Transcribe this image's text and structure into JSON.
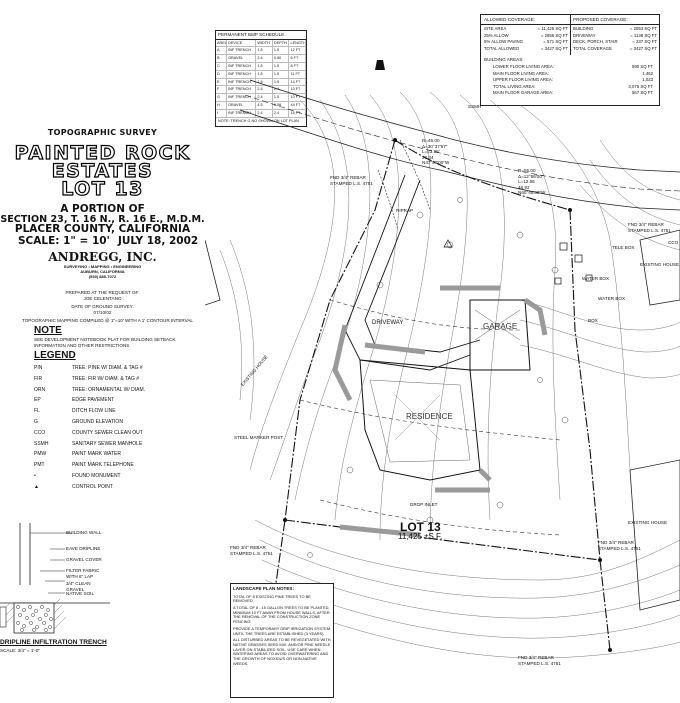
{
  "title_block": {
    "survey": "TOPOGRAPHIC SURVEY",
    "name_l1": "PAINTED ROCK",
    "name_l2": "ESTATES",
    "name_l3": "LOT 13",
    "portion": "A PORTION OF",
    "section": "SECTION 23, T. 16 N., R. 16 E., M.D.M.",
    "county": "PLACER COUNTY, CALIFORNIA",
    "scale": "SCALE: 1\" = 10'",
    "date": "JULY 18, 2002",
    "firm": "ANDREGG, INC.",
    "firm_sub1": "SURVEYING • MAPPING • ENGINEERING",
    "firm_sub2": "AUBURN, CALIFORNIA",
    "firm_phone": "(530) 885-7072",
    "prepared": "PREPARED AT THE REQUEST OF:",
    "client": "JOE CELENTANO",
    "date_ground": "DATE OF GROUND SURVEY:",
    "date_ground_val": "07/10/02",
    "mapping_note": "TOPOGRAPHIC MAPPING COMPILED @ 1\"=10' WITH A 1' CONTOUR INTERVAL"
  },
  "note": {
    "heading": "NOTE",
    "l1": "SEE DEVELOPMENT NOTEBOOK PLAT FOR BUILDING SETBACK",
    "l2": "INFORMATION AND OTHER RESTRICTIONS"
  },
  "legend": {
    "heading": "LEGEND",
    "items": [
      {
        "code": "PIN",
        "text": "TREE: PINE W/ DIAM. & TAG #"
      },
      {
        "code": "FIR",
        "text": "TREE: FIR W/ DIAM. & TAG #"
      },
      {
        "code": "ORN",
        "text": "TREE: ORNAMENTAL W/ DIAM."
      },
      {
        "code": "EP",
        "text": "EDGE PAVEMENT"
      },
      {
        "code": "FL",
        "text": "DITCH FLOW LINE"
      },
      {
        "code": "G",
        "text": "GROUND ELEVATION"
      },
      {
        "code": "CCO",
        "text": "COUNTY SEWER CLEAN OUT"
      },
      {
        "code": "SSMH",
        "text": "SANITARY SEWER MANHOLE"
      },
      {
        "code": "PMW",
        "text": "PAINT MARK WATER"
      },
      {
        "code": "PMT",
        "text": "PAINT MARK TELEPHONE"
      },
      {
        "code": "•",
        "text": "FOUND MONUMENT"
      },
      {
        "code": "▲",
        "text": "CONTROL POINT"
      }
    ]
  },
  "trench_detail": {
    "title": "DRIPLINE INFILTRATION TRENCH",
    "scale": "SCALE: 3/4\" = 1'-0\"",
    "labels": [
      "BUILDING WALL",
      "EAVE DRIPLINE",
      "GRAVEL COVER",
      "FILTER FABRIC WITH 6\" LAP",
      "3/4\" CLEAN GRAVEL",
      "NATIVE SOIL"
    ]
  },
  "trench_schedule": {
    "title": "PERMANENT BMP SCHEDULE",
    "headers": [
      "AREA",
      "DEVICE",
      "WIDTH",
      "DEPTH",
      "LENGTH"
    ],
    "rows": [
      [
        "A",
        "INF TRENCH",
        "1.5",
        "1.5",
        "12 FT"
      ],
      [
        "B",
        "GRAVEL",
        "2.4",
        "0.50",
        "6 FT"
      ],
      [
        "C",
        "INF TRENCH",
        "1.5",
        "1.5",
        "8 FT"
      ],
      [
        "D",
        "INF TRENCH",
        "1.5",
        "1.5",
        "11 FT"
      ],
      [
        "E",
        "INF TRENCH",
        "1.5",
        "1.5",
        "14 FT"
      ],
      [
        "F",
        "INF TRENCH",
        "2.4",
        "2.4",
        "13 FT"
      ],
      [
        "G",
        "INF TRENCH",
        "2.4",
        "1.5",
        "10 FT"
      ],
      [
        "H",
        "GRAVEL",
        "4.5",
        "0.58",
        "44 FT"
      ],
      [
        "I",
        "INF TRENCH",
        "2.4",
        "2.4",
        "15 FT"
      ]
    ],
    "note": "NOTE: TRENCH G NO SHOWN ON LOT PLAN"
  },
  "coverage": {
    "allowed_title": "ALLOWED COVERAGE:",
    "proposed_title": "PROPOSED COVERAGE:",
    "allowed": [
      [
        "SITE AREA",
        "= 11,425 SQ FT"
      ],
      [
        "25% ALLOW",
        "= 2856 SQ FT"
      ],
      [
        "5% ALLOW PAVING",
        "= 571 SQ FT"
      ],
      [
        "TOTAL ALLOWED",
        "= 3427 SQ FT"
      ]
    ],
    "proposed": [
      [
        "BUILDING",
        "= 2053 SQ FT"
      ],
      [
        "DRIVEWAY",
        "= 1138 SQ FT"
      ],
      [
        "DECK, PORCH, STAIR",
        "= 237 SQ FT"
      ],
      [
        "TOTAL COVERAGE",
        "= 3427 SQ FT"
      ]
    ],
    "building_title": "BUILDING AREAS:",
    "building": [
      [
        "LOWER FLOOR LIVING AREA:",
        "590 SQ FT"
      ],
      [
        "MAIN FLOOR LIVING AREA:",
        "1,462"
      ],
      [
        "UPPER FLOOR LIVING AREA:",
        "1,023"
      ],
      [
        "TOTAL LIVING AREA:",
        "3,075 SQ FT"
      ],
      [
        "MAIN FLOOR GARAGE AREA:",
        "567 SQ FT"
      ]
    ]
  },
  "landscape": {
    "title": "LANDSCAPE PLAN NOTES:",
    "p1": "TOTAL OF 8 EXISTING PINE TREES TO BE REMOVED.",
    "p2": "A TOTAL OF 8 - 15 GALLON TREES TO BE PLANTED, MINIMUM 10 FT AWAY FROM HOUSE WALLS, AFTER THE REMOVAL OF THE CONSTRUCTION ZONE FENCING.",
    "p3": "PROVIDE A TEMPORARY DRIP IRRIGATION SYSTEM UNTIL THE TREES ARE ESTABLISHED (3 YEARS).",
    "p4": "ALL DISTURBED AREAS TO BE REVEGETATED WITH NATIVE GRASSES SEED MIX, AND/OR PINE NEEDLE LAYER ON STABILIZED SOIL. USE CARE WHEN WATERING AREAS TO AVOID OVERWATERING AND THE GROWTH OF NOXIOUS OR NON-NATIVE WEEDS."
  },
  "plan": {
    "lot_label": "LOT 13",
    "lot_area": "11,425 ±S.F.",
    "residence": "RESIDENCE",
    "driveway": "DRIVEWAY",
    "garage": "GARAGE",
    "rebar_labels": [
      "FND 3/4\" REBAR STAMPED L.S. 4751",
      "FND 3/4\" REBAR STAMPED L.S. 4751",
      "FND 3/4\" REBAR STAMPED L.S. 4751",
      "FND 3/4\" REBAR STAMPED L.S. 4751",
      "FND 3/4\" REBAR STAMPED L.S. 4751"
    ],
    "curve1": [
      "R=45.00",
      "Δ=30°37'57\"",
      "L=23.98'",
      "27.34",
      "N47°58'00\"W"
    ],
    "curve2": [
      "R=55.00",
      "Δ=12°56'00\"",
      "L=12.66",
      "48.92",
      "N60°48'30\"W"
    ],
    "tele_box": "TELE BOX",
    "water_box1": "WATER BOX",
    "water_box2": "WATER BOX",
    "box3": "BOX",
    "steel_post": "STEEL MARKER POST",
    "existing_house1": "EXISTING HOUSE",
    "existing_house2": "EXISTING HOUSE",
    "existing_house3": "EXISTING HOUSE",
    "ssmh": "SSMH",
    "cco": "CCO",
    "riprap": "RIPRAP",
    "inlet": "DROP INLET"
  }
}
